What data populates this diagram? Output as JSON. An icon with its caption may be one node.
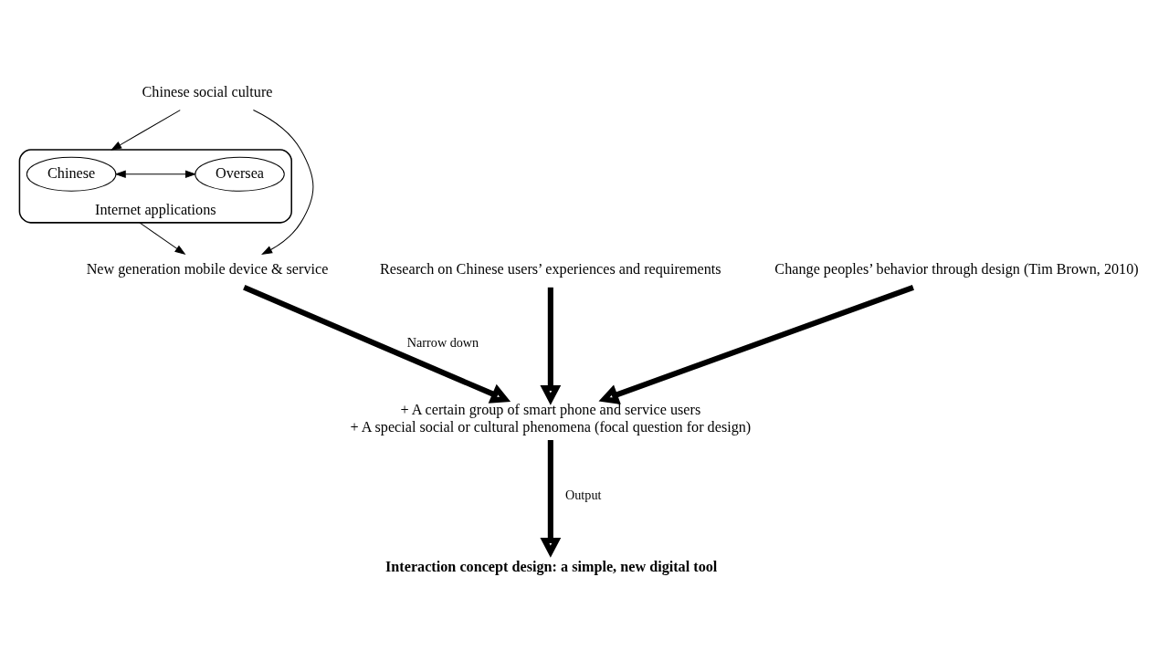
{
  "diagram": {
    "nodes": [
      {
        "text": [
          "Chinese social culture"
        ]
      },
      {
        "text": [
          "Internet applications"
        ]
      },
      {
        "text": [
          "Chinese"
        ],
        "in": 1
      },
      {
        "text": [
          "Oversea"
        ],
        "in": 1
      },
      {
        "text": [
          "New generation mobile device & service"
        ]
      },
      {
        "text": [
          "+ A certain group of smart phone and service users",
          "+ A special social or cultural phenomena (focal question for design)"
        ]
      },
      {
        "text": [
          "Research on Chinese users’ experiences and requirements"
        ]
      },
      {
        "text": [
          "Change peoples’ behavior through design (Tim Brown, 2010)"
        ]
      },
      {
        "text": [
          "Interaction concept design: a simple, new digital tool"
        ]
      }
    ],
    "edges": [
      {
        "from": 0,
        "to": 1,
        "arrow": "to"
      },
      {
        "from": 2,
        "to": 3,
        "arrow": "both"
      },
      {
        "from": 0,
        "to": 4,
        "arrow": "to"
      },
      {
        "from": 1,
        "to": 4,
        "arrow": "to"
      },
      {
        "from": 4,
        "to": 5,
        "arrow": "to",
        "label": "Narrow down",
        "style": "thick"
      },
      {
        "from": 6,
        "to": 5,
        "arrow": "to",
        "style": "thick"
      },
      {
        "from": 7,
        "to": 5,
        "arrow": "to",
        "style": "thick"
      },
      {
        "from": 5,
        "to": 8,
        "arrow": "to",
        "label": "Output",
        "style": "thick"
      }
    ]
  }
}
